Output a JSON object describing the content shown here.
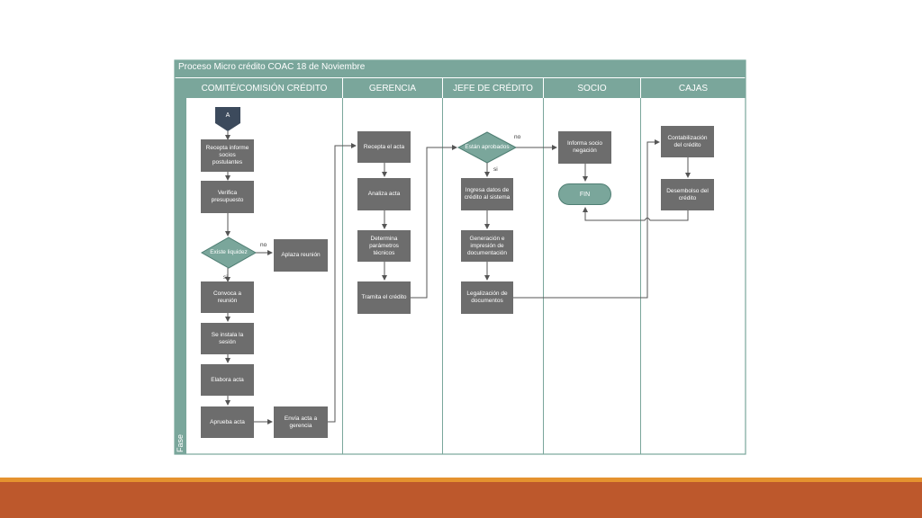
{
  "title": "Proceso Micro crédito COAC 18 de Noviembre",
  "phase_label": "Fase",
  "lanes": [
    "COMITÉ/COMISIÓN CRÉDITO",
    "GERENCIA",
    "JEFE DE CRÉDITO",
    "SOCIO",
    "CAJAS"
  ],
  "connector": "A",
  "comite": {
    "recepta": "Recepta informe socios postulantes",
    "verifica": "Verifica presupuesto",
    "existe": "Existe liquidez",
    "aplaza": "Aplaza reunión",
    "convoca": "Convoca a reunión",
    "instala": "Se instala la sesión",
    "elabora": "Elabora acta",
    "aprueba": "Aprueba acta",
    "envia": "Envía acta a gerencia"
  },
  "gerencia": {
    "recepta": "Recepta el acta",
    "analiza": "Analiza acta",
    "determina": "Determina parámetros técnicos",
    "tramita": "Tramita el crédito"
  },
  "jefe": {
    "estan": "Están aprobados",
    "ingresa": "Ingresa datos de crédito al sistema",
    "generacion": "Generación e impresión de documentación",
    "legalizacion": "Legalización de documentos"
  },
  "socio": {
    "informa": "Informa socio negación",
    "fin": "FIN"
  },
  "cajas": {
    "contabilizacion": "Contabilización del crédito",
    "desembolso": "Desembolso del crédito"
  },
  "labels": {
    "no": "no",
    "si": "si"
  },
  "colors": {
    "accent": "#7aa69b",
    "box": "#6d6d6d",
    "footer": "#bd582c",
    "footer_stripe": "#e5922f"
  }
}
